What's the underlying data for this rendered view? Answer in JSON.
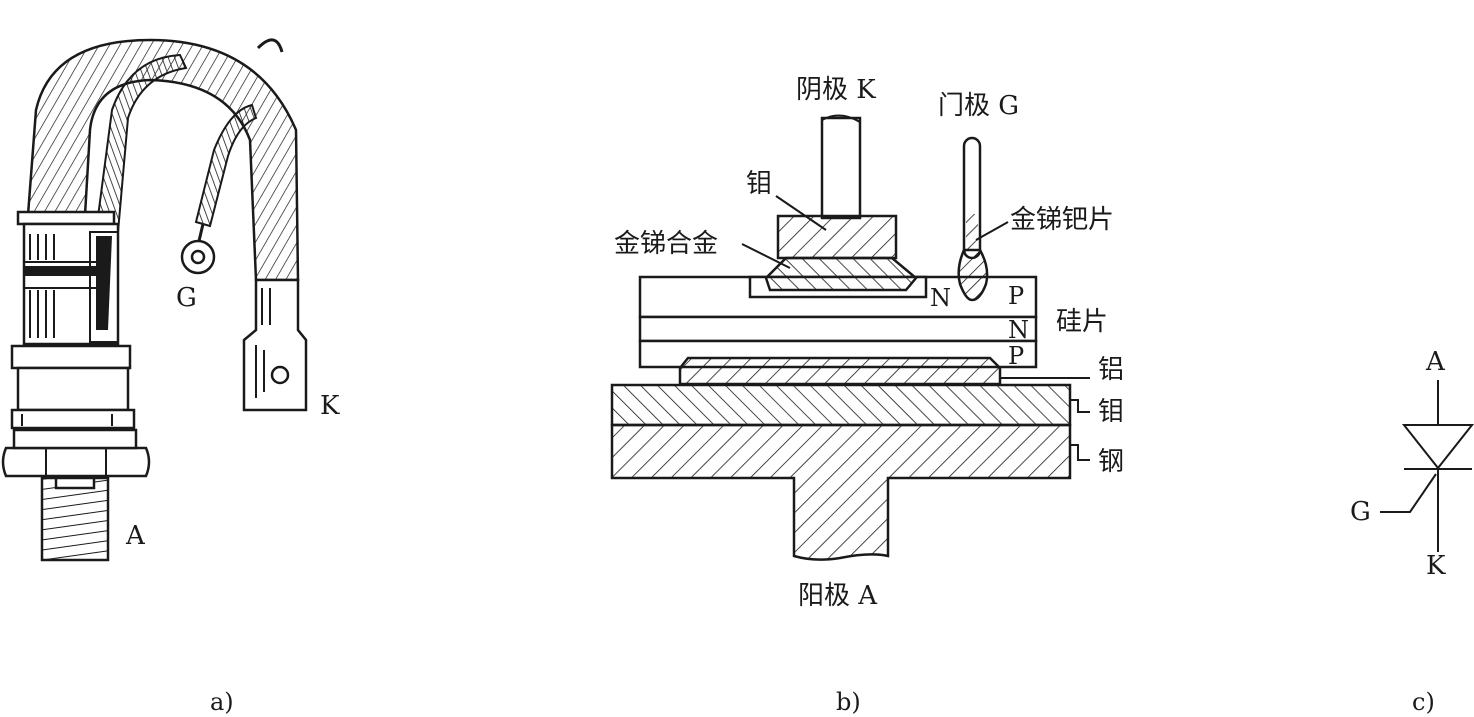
{
  "figure_a": {
    "caption": "a)",
    "terminals": {
      "gate": "G",
      "cathode": "K",
      "anode": "A"
    }
  },
  "figure_b": {
    "caption": "b)",
    "labels": {
      "cathode": "阴极 K",
      "gate": "门极 G",
      "molybdenum_top": "钼",
      "gold_antimony_alloy": "金锑合金",
      "gold_antimony_palladium": "金锑钯片",
      "n_region": "N",
      "p_top": "P",
      "n_middle": "N",
      "p_bottom": "P",
      "silicon_wafer": "硅片",
      "aluminum": "铝",
      "molybdenum_bottom": "钼",
      "steel": "钢",
      "anode": "阳极 A"
    }
  },
  "figure_c": {
    "caption": "c)",
    "terminals": {
      "anode": "A",
      "gate": "G",
      "cathode": "K"
    }
  },
  "colors": {
    "ink": "#1a1a1a",
    "background": "#ffffff"
  }
}
